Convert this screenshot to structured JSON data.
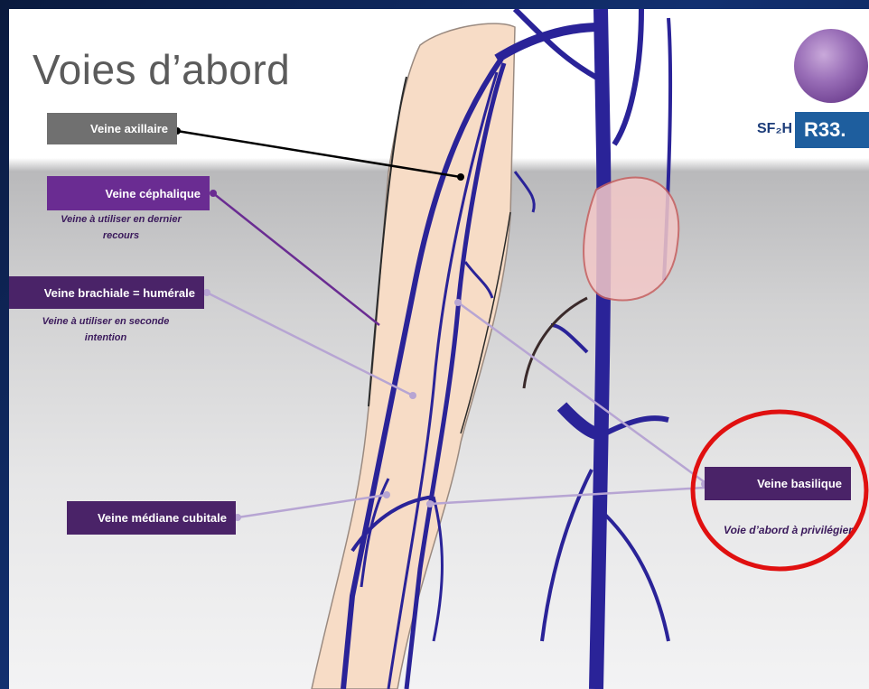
{
  "slide": {
    "title": "Voies d’abord"
  },
  "labels": {
    "axillaire": "Veine axillaire",
    "cephalique": "Veine céphalique",
    "cephalique_note": "Veine à utiliser en dernier recours",
    "brachiale": "Veine brachiale = humérale",
    "brachiale_note": "Veine à utiliser en seconde intention",
    "mediane": "Veine médiane cubitale",
    "basilique": "Veine basilique",
    "basilique_note": "Voie d’abord à privilégier"
  },
  "logos": {
    "sf2h": "SF₂H",
    "r33": "R33."
  },
  "colors": {
    "vein": "#2a2398",
    "label_gray": "#707070",
    "label_purple": "#6a2c92",
    "label_dark_purple": "#4a2368",
    "leader_black": "#000000",
    "leader_purple": "#6a2c92",
    "leader_lilac": "#b7a5d3",
    "highlight_circle": "#e01010",
    "skin": "#f7dcc6"
  }
}
